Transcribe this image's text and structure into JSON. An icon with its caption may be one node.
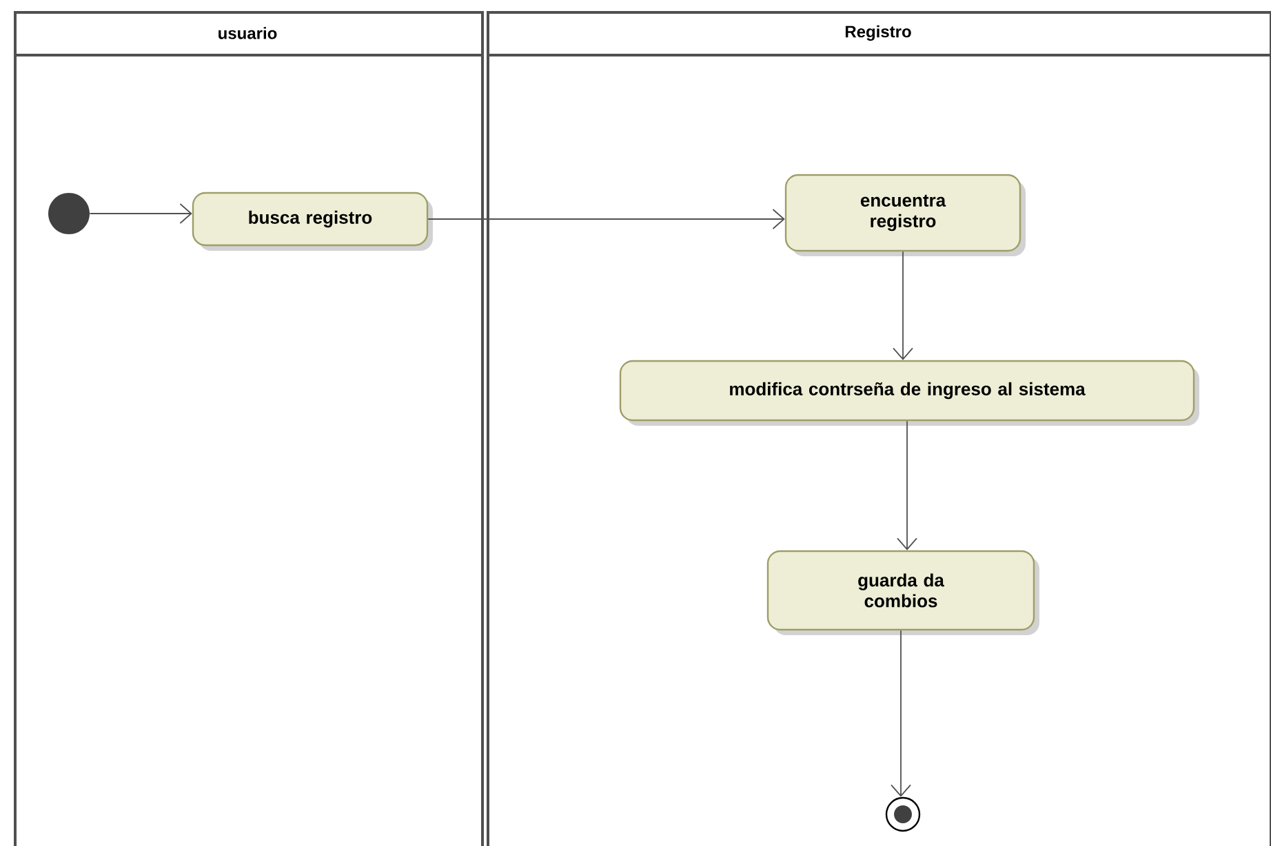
{
  "diagram": {
    "nodes": [
      {
        "text": [
          "usuario"
        ]
      },
      {
        "text": [
          "Registro"
        ]
      },
      {
        "text": [],
        "shape": "circle",
        "in": 0
      },
      {
        "text": [
          "busca registro"
        ],
        "in": 0
      },
      {
        "text": [
          "encuentra registro"
        ],
        "in": 1
      },
      {
        "text": [
          "modifica contrseña de ingreso al sistema"
        ],
        "in": 1
      },
      {
        "text": [
          "guarda da combios"
        ],
        "in": 1
      },
      {
        "text": [],
        "shape": "circle",
        "in": 1
      }
    ],
    "edges": [
      {
        "from": 2,
        "to": 3,
        "arrow": "to"
      },
      {
        "from": 3,
        "to": 4,
        "arrow": "to"
      },
      {
        "from": 4,
        "to": 5,
        "arrow": "to"
      },
      {
        "from": 5,
        "to": 6,
        "arrow": "to"
      },
      {
        "from": 6,
        "to": 7,
        "arrow": "to"
      }
    ]
  }
}
